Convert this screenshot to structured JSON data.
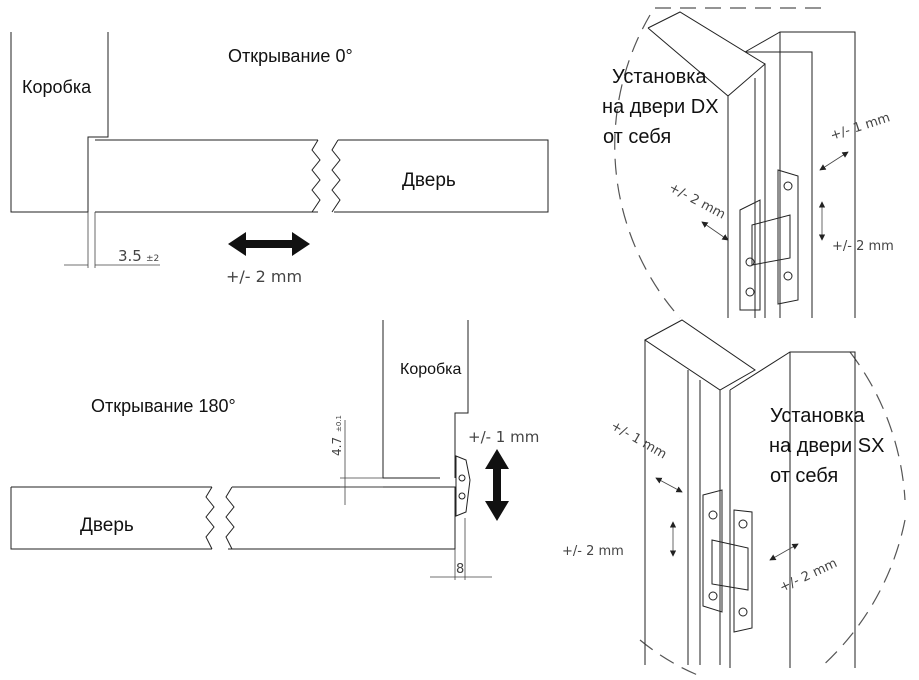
{
  "top_left": {
    "title": "Открывание 0°",
    "frame_label": "Коробка",
    "door_label": "Дверь",
    "gap_value": "3.5",
    "gap_tolerance": "±2",
    "adjust_label": "+/- 2 mm"
  },
  "bottom_left": {
    "title": "Открывание 180°",
    "frame_label": "Коробка",
    "door_label": "Дверь",
    "offset_value": "4.7",
    "offset_tolerance": "±0.1",
    "adjust_label": "+/- 1 mm",
    "width_value": "8"
  },
  "top_right": {
    "title_line1": "Установка",
    "title_line2": "на двери DX",
    "title_line3": "от себя",
    "adjust_depth": "+/- 1 mm",
    "adjust_side": "+/- 2 mm",
    "adjust_height": "+/- 2 mm"
  },
  "bottom_right": {
    "title_line1": "Установка",
    "title_line2": "на двери  SX",
    "title_line3": "от себя",
    "adjust_depth": "+/- 1 mm",
    "adjust_height": "+/- 2 mm",
    "adjust_side": "+/- 2 mm"
  }
}
